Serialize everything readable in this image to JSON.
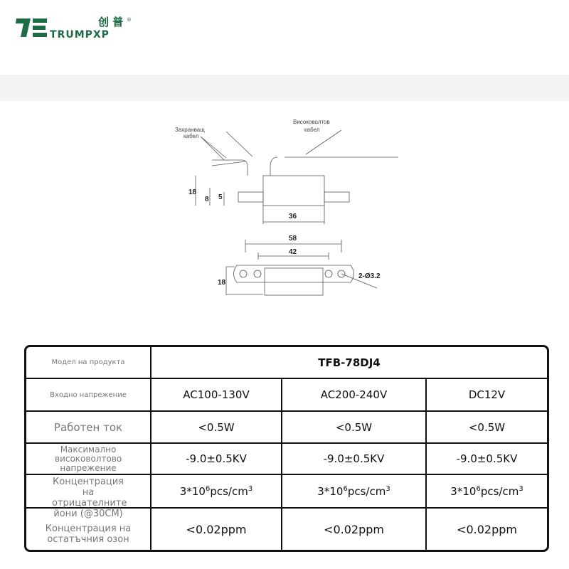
{
  "brand": {
    "name_en": "TRUMPXP",
    "name_cn": "创 普",
    "mark": "®",
    "color": "#1e6b45"
  },
  "drawing": {
    "label_ground": [
      "Захранващ",
      "кабел"
    ],
    "label_hv": [
      "Високоволтов",
      "кабел"
    ],
    "dims": [
      "18",
      "8",
      "5",
      "36",
      "58",
      "42",
      "18",
      "2-Ø3.2"
    ]
  },
  "table": {
    "model_label": "Модел на продукта",
    "model": "TFB-78DJ4",
    "rows": [
      {
        "label": "Входно напрежение",
        "values": [
          "AC100-130V",
          "AC200-240V",
          "DC12V"
        ]
      },
      {
        "label": "Работен ток",
        "values": [
          "<0.5W",
          "<0.5W",
          "<0.5W"
        ]
      },
      {
        "label": "Максимално високоволтово напрежение",
        "values": [
          "-9.0±0.5KV",
          "-9.0±0.5KV",
          "-9.0±0.5KV"
        ]
      },
      {
        "label": "Концентрация на отрицателните йони (@30CM)",
        "values": [
          "3*10",
          "3*10",
          "3*10"
        ],
        "exp": "6",
        "unit": "pcs/cm",
        "unit_exp": "3"
      },
      {
        "label": "Концентрация на остатъчния озон",
        "values": [
          "<0.02ppm",
          "<0.02ppm",
          "<0.02ppm"
        ]
      }
    ]
  }
}
